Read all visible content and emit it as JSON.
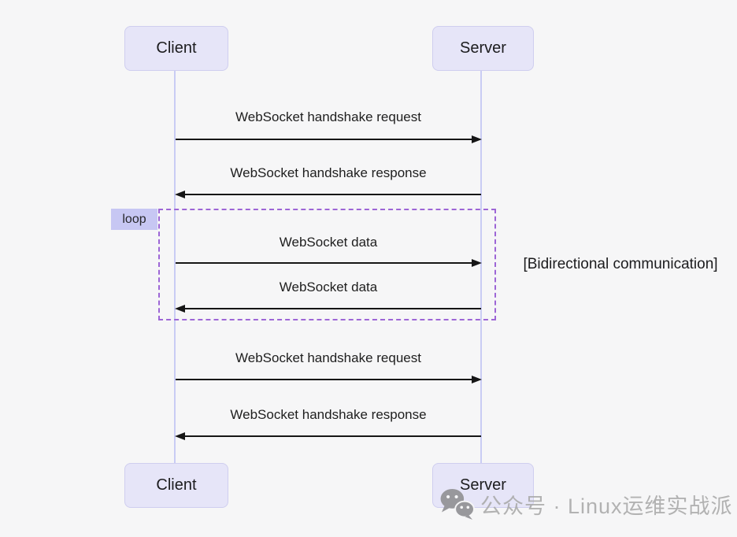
{
  "diagram": {
    "type": "sequence",
    "actors": {
      "client": "Client",
      "server": "Server"
    },
    "messages": [
      {
        "label": "WebSocket handshake request",
        "from": "client",
        "to": "server",
        "direction": "right"
      },
      {
        "label": "WebSocket handshake response",
        "from": "server",
        "to": "client",
        "direction": "left"
      },
      {
        "label": "WebSocket data",
        "from": "client",
        "to": "server",
        "direction": "right"
      },
      {
        "label": "WebSocket data",
        "from": "server",
        "to": "client",
        "direction": "left"
      },
      {
        "label": "WebSocket handshake request",
        "from": "client",
        "to": "server",
        "direction": "right"
      },
      {
        "label": "WebSocket handshake response",
        "from": "server",
        "to": "client",
        "direction": "left"
      }
    ],
    "loop": {
      "label": "loop",
      "annotation": "[Bidirectional communication]"
    }
  },
  "watermark": {
    "icon": "wechat-icon",
    "text": "公众号 · Linux运维实战派"
  },
  "colors": {
    "background": "#f6f6f7",
    "actor_fill": "#e6e5f8",
    "actor_border": "#cfceef",
    "lifeline": "#c9ccf4",
    "arrow": "#161616",
    "loop_border": "#9d66d6",
    "loop_label_fill": "#c7c7f3",
    "watermark_gray": "#ababab"
  }
}
